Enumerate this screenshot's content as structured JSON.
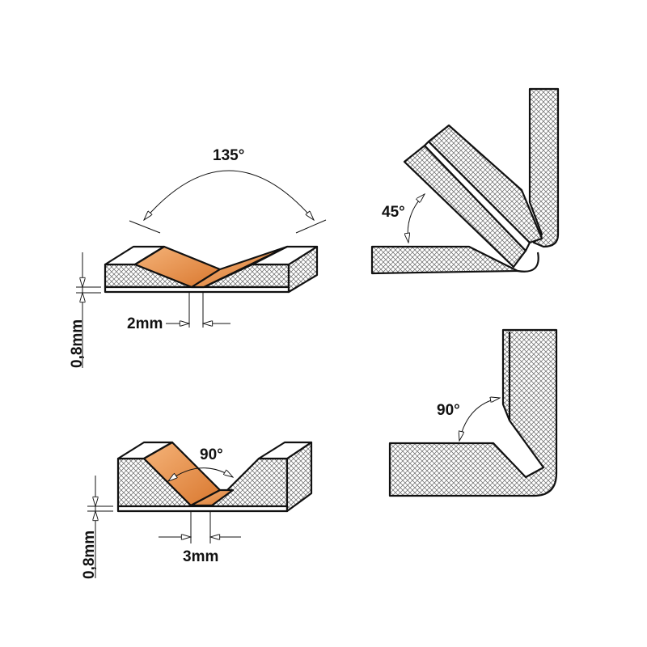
{
  "panels": [
    {
      "angle_label": "135°",
      "depth_label": "0,8mm",
      "width_label": "2mm"
    },
    {
      "angle_label": "45°"
    },
    {
      "angle_label": "90°",
      "depth_label": "0,8mm",
      "width_label": "3mm"
    },
    {
      "angle_label": "90°"
    }
  ],
  "colors": {
    "cut_face": "#e8914a",
    "outline": "#111111",
    "hatch": "#555555"
  }
}
